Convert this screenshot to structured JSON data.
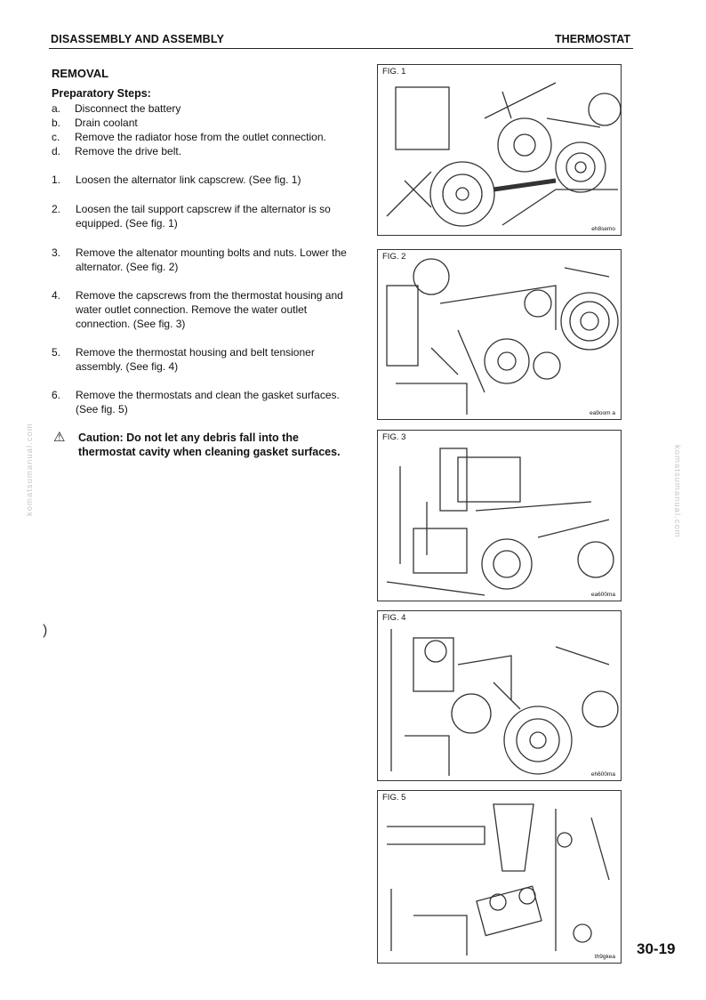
{
  "header": {
    "section": "DISASSEMBLY AND ASSEMBLY",
    "topic": "THERMOSTAT"
  },
  "removal_title": "REMOVAL",
  "prep_title": "Preparatory Steps:",
  "prep_steps": [
    {
      "letter": "a.",
      "text": "Disconnect the battery"
    },
    {
      "letter": "b.",
      "text": "Drain coolant"
    },
    {
      "letter": "c.",
      "text": "Remove the radiator hose from the outlet connection."
    },
    {
      "letter": "d.",
      "text": "Remove the drive belt."
    }
  ],
  "steps": [
    {
      "num": "1.",
      "text": "Loosen the alternator link capscrew. (See fig. 1)"
    },
    {
      "num": "2.",
      "text": "Loosen the tail support capscrew if the alternator is so equipped. (See fig. 1)"
    },
    {
      "num": "3.",
      "text": "Remove the altenator mounting bolts and nuts. Lower the alternator. (See fig. 2)"
    },
    {
      "num": "4.",
      "text": "Remove the capscrews from the thermostat housing and water outlet connection. Remove the water outlet connection. (See fig. 3)"
    },
    {
      "num": "5.",
      "text": "Remove the thermostat housing and belt tensioner assembly. (See fig. 4)"
    },
    {
      "num": "6.",
      "text": "Remove the thermostats and clean the gasket surfaces. (See fig. 5)"
    }
  ],
  "caution": {
    "icon": "warning-triangle-icon",
    "text": "Caution: Do not let any debris fall into the thermostat cavity when cleaning gasket surfaces."
  },
  "figures": [
    {
      "label": "FIG. 1",
      "code": "eh8semo"
    },
    {
      "label": "FIG. 2",
      "code": "ea9oom a"
    },
    {
      "label": "FIG. 3",
      "code": "ea600ma"
    },
    {
      "label": "FIG. 4",
      "code": "eh600ma"
    },
    {
      "label": "FIG. 5",
      "code": "th9gkea"
    }
  ],
  "page_number": "30-19",
  "watermark": "komatsumanual.com"
}
